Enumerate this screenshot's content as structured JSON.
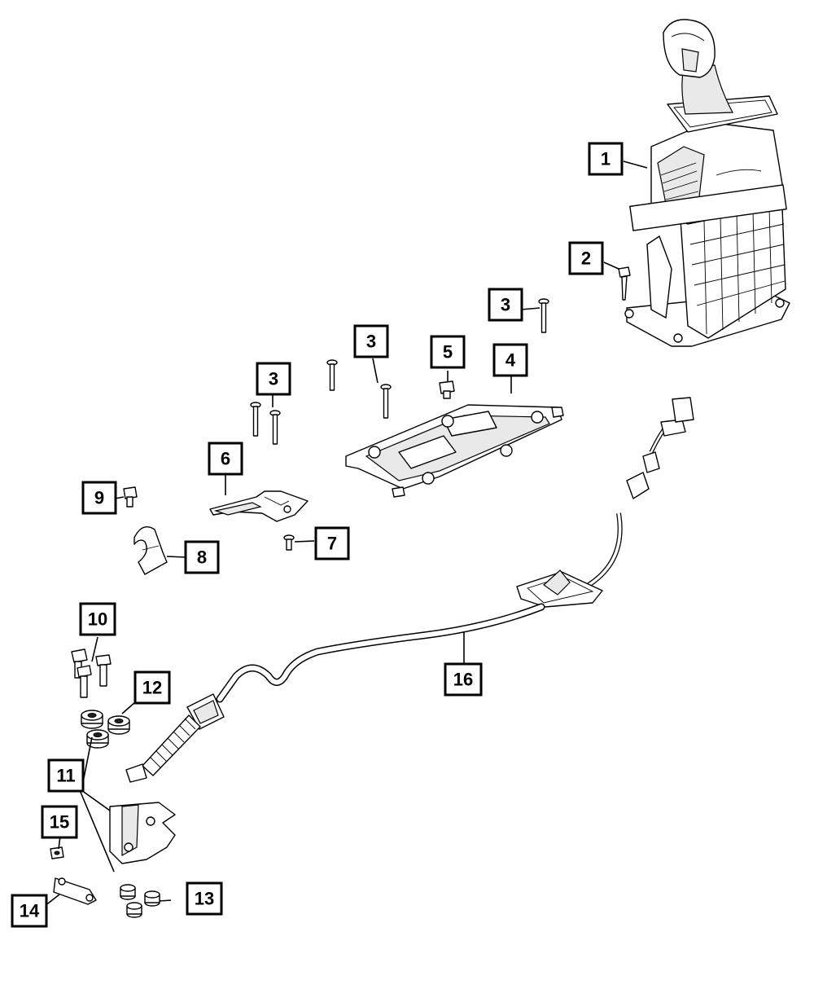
{
  "callouts": [
    {
      "id": "1",
      "label": "1"
    },
    {
      "id": "2",
      "label": "2"
    },
    {
      "id": "3a",
      "label": "3"
    },
    {
      "id": "3b",
      "label": "3"
    },
    {
      "id": "3c",
      "label": "3"
    },
    {
      "id": "4",
      "label": "4"
    },
    {
      "id": "5",
      "label": "5"
    },
    {
      "id": "6",
      "label": "6"
    },
    {
      "id": "7",
      "label": "7"
    },
    {
      "id": "8",
      "label": "8"
    },
    {
      "id": "9",
      "label": "9"
    },
    {
      "id": "10",
      "label": "10"
    },
    {
      "id": "11",
      "label": "11"
    },
    {
      "id": "12",
      "label": "12"
    },
    {
      "id": "13",
      "label": "13"
    },
    {
      "id": "14",
      "label": "14"
    },
    {
      "id": "15",
      "label": "15"
    },
    {
      "id": "16",
      "label": "16"
    }
  ]
}
